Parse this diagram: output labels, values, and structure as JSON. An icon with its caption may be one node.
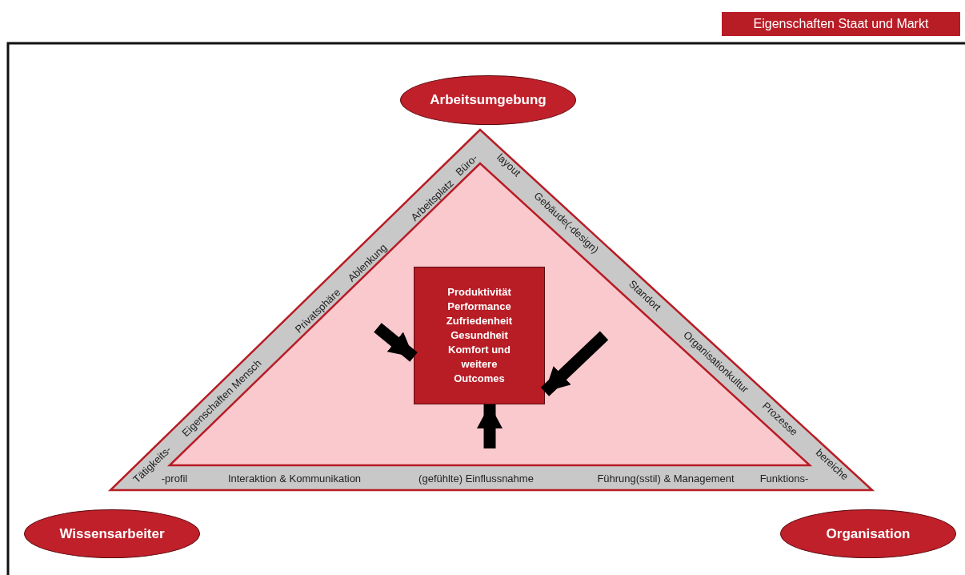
{
  "diagram": {
    "nodes": [
      {
        "text": [
          "Eigenschaften Staat und Markt"
        ]
      },
      {
        "text": [
          "Arbeitsumgebung"
        ]
      },
      {
        "text": [
          "Tätigkeits-",
          "Eigenschaften Mensch",
          "Privatsphäre",
          "Ablenkung",
          "Arbeitsplatz",
          "Büro-",
          "layout",
          "Gebäude(-design)",
          "Standort",
          "Organisationkultur",
          "Prozesse",
          "bereiche",
          "-profil",
          "Interaktion & Kommunikation",
          "(gefühlte) Einflussnahme",
          "Führung(sstil) & Management",
          "Funktions-"
        ]
      },
      {
        "text": [
          "Produktivität Performance Zufriedenheit Gesundheit Komfort und weitere Outcomes"
        ],
        "in": 2
      },
      {
        "text": [
          "Wissensarbeiter"
        ]
      },
      {
        "text": [
          "Organisation"
        ]
      }
    ],
    "edges": [
      {
        "from": null,
        "to": 3,
        "arrow": "to"
      },
      {
        "from": null,
        "to": 3,
        "arrow": "to"
      },
      {
        "from": null,
        "to": 3,
        "arrow": "to"
      }
    ]
  }
}
